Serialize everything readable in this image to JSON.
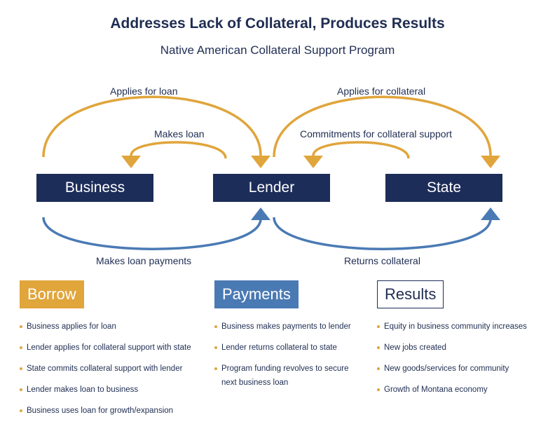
{
  "title": "Addresses Lack of Collateral, Produces Results",
  "subtitle": "Native American Collateral Support Program",
  "colors": {
    "navy": "#1d2d5a",
    "gold": "#e0a53b",
    "blue": "#4a7ab4",
    "text": "#1f2d52"
  },
  "nodes": {
    "business": "Business",
    "lender": "Lender",
    "state": "State"
  },
  "arrows": {
    "applies_for_loan": "Applies for loan",
    "makes_loan": "Makes loan",
    "applies_for_collateral": "Applies for collateral",
    "commitments": "Commitments for collateral support",
    "makes_loan_payments": "Makes loan payments",
    "returns_collateral": "Returns collateral"
  },
  "columns": {
    "borrow": {
      "heading": "Borrow",
      "items": [
        "Business applies for loan",
        "Lender applies for collateral support with state",
        "State commits collateral support with lender",
        "Lender makes loan to business",
        "Business uses loan for growth/expansion"
      ]
    },
    "payments": {
      "heading": "Payments",
      "items": [
        "Business makes payments to lender",
        "Lender returns collateral to state",
        "Program funding revolves to secure",
        "next business loan"
      ]
    },
    "results": {
      "heading": "Results",
      "items": [
        "Equity in business community increases",
        "New jobs created",
        "New goods/services for community",
        "Growth of Montana economy"
      ]
    }
  }
}
